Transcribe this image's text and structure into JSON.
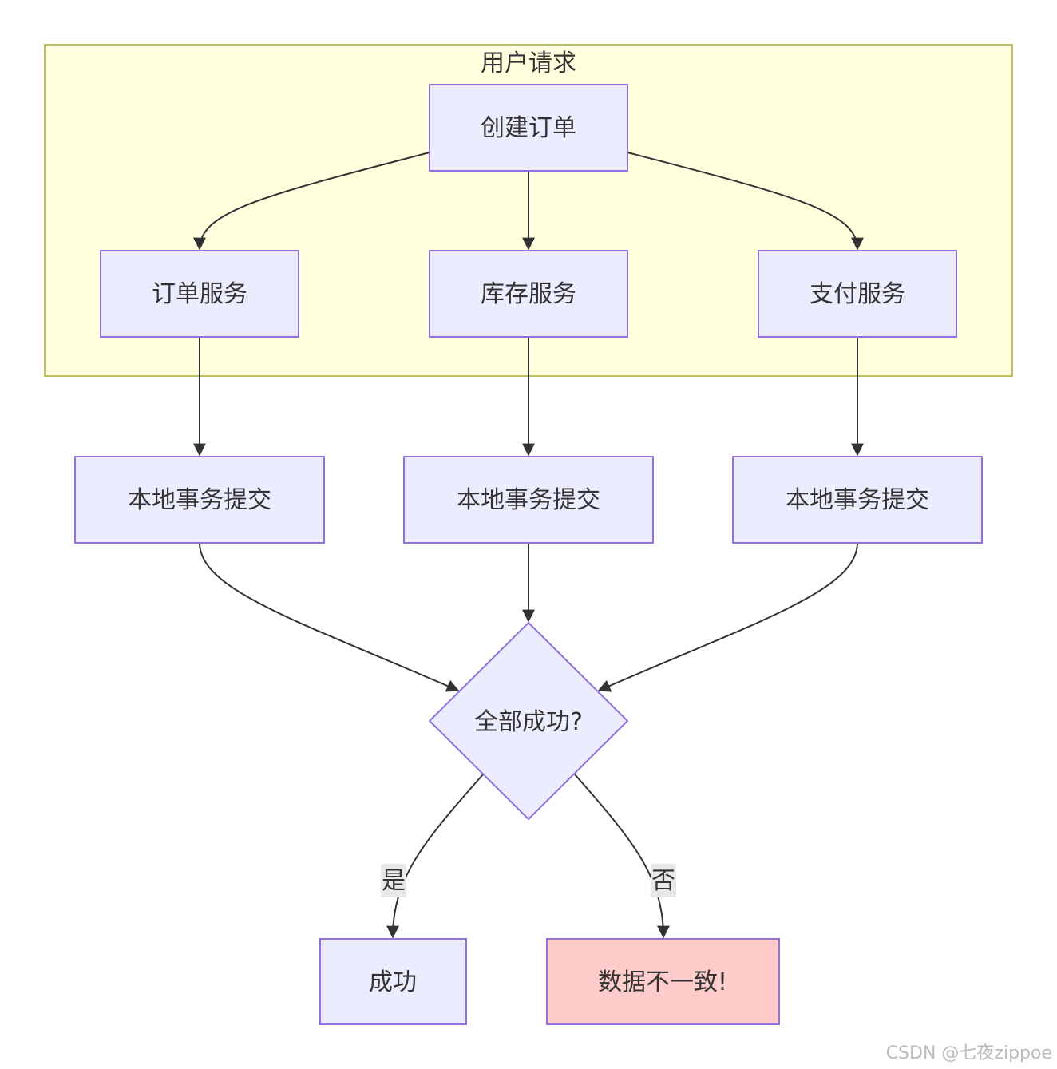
{
  "colors": {
    "cluster_fill": "#ffffde",
    "cluster_stroke": "#aaaa33",
    "node_fill": "#ececff",
    "node_stroke": "#9370db",
    "error_fill": "#ffcccc",
    "edge": "#333333",
    "edge_label_bg": "#e8e8e8"
  },
  "cluster": {
    "label": "用户请求"
  },
  "nodes": {
    "create_order": "创建订单",
    "order_service": "订单服务",
    "inventory_service": "库存服务",
    "payment_service": "支付服务",
    "commit_1": "本地事务提交",
    "commit_2": "本地事务提交",
    "commit_3": "本地事务提交",
    "decision": "全部成功?",
    "success": "成功",
    "inconsistent": "数据不一致!"
  },
  "edge_labels": {
    "yes": "是",
    "no": "否"
  },
  "watermark": "CSDN @七夜zippoe"
}
